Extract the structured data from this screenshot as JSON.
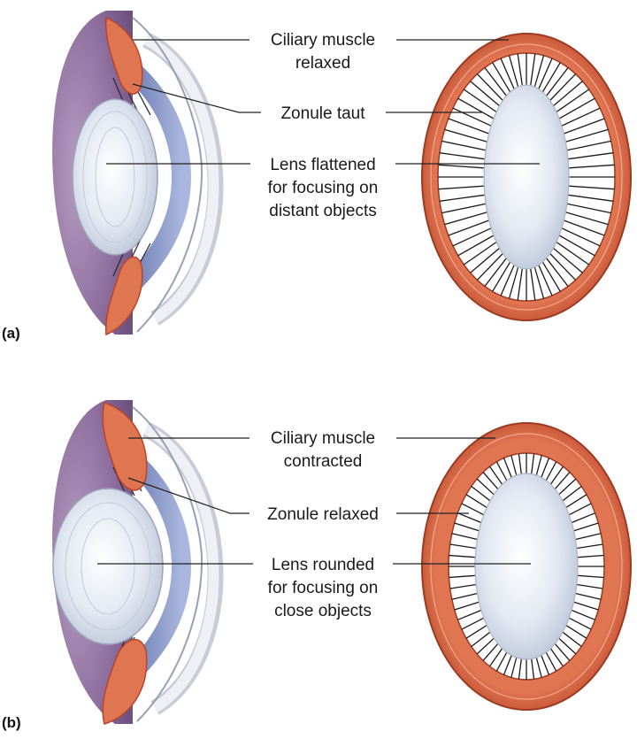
{
  "colors": {
    "muscle": "#d9603f",
    "muscle_dark": "#b8452a",
    "lens": "#dde3ef",
    "eyeball": "#8a6a9a",
    "zonule": "#1a1a1a"
  },
  "icons": [
    "eye-cross-section",
    "lens-ring"
  ],
  "panels": [
    {
      "tag": "(a)",
      "labels": {
        "muscle_line1": "Ciliary muscle",
        "muscle_line2": "relaxed",
        "zonule": "Zonule taut",
        "lens_line1": "Lens flattened",
        "lens_line2": "for focusing on",
        "lens_line3": "distant objects"
      }
    },
    {
      "tag": "(b)",
      "labels": {
        "muscle_line1": "Ciliary muscle",
        "muscle_line2": "contracted",
        "zonule": "Zonule relaxed",
        "lens_line1": "Lens rounded",
        "lens_line2": "for focusing on",
        "lens_line3": "close objects"
      }
    }
  ]
}
